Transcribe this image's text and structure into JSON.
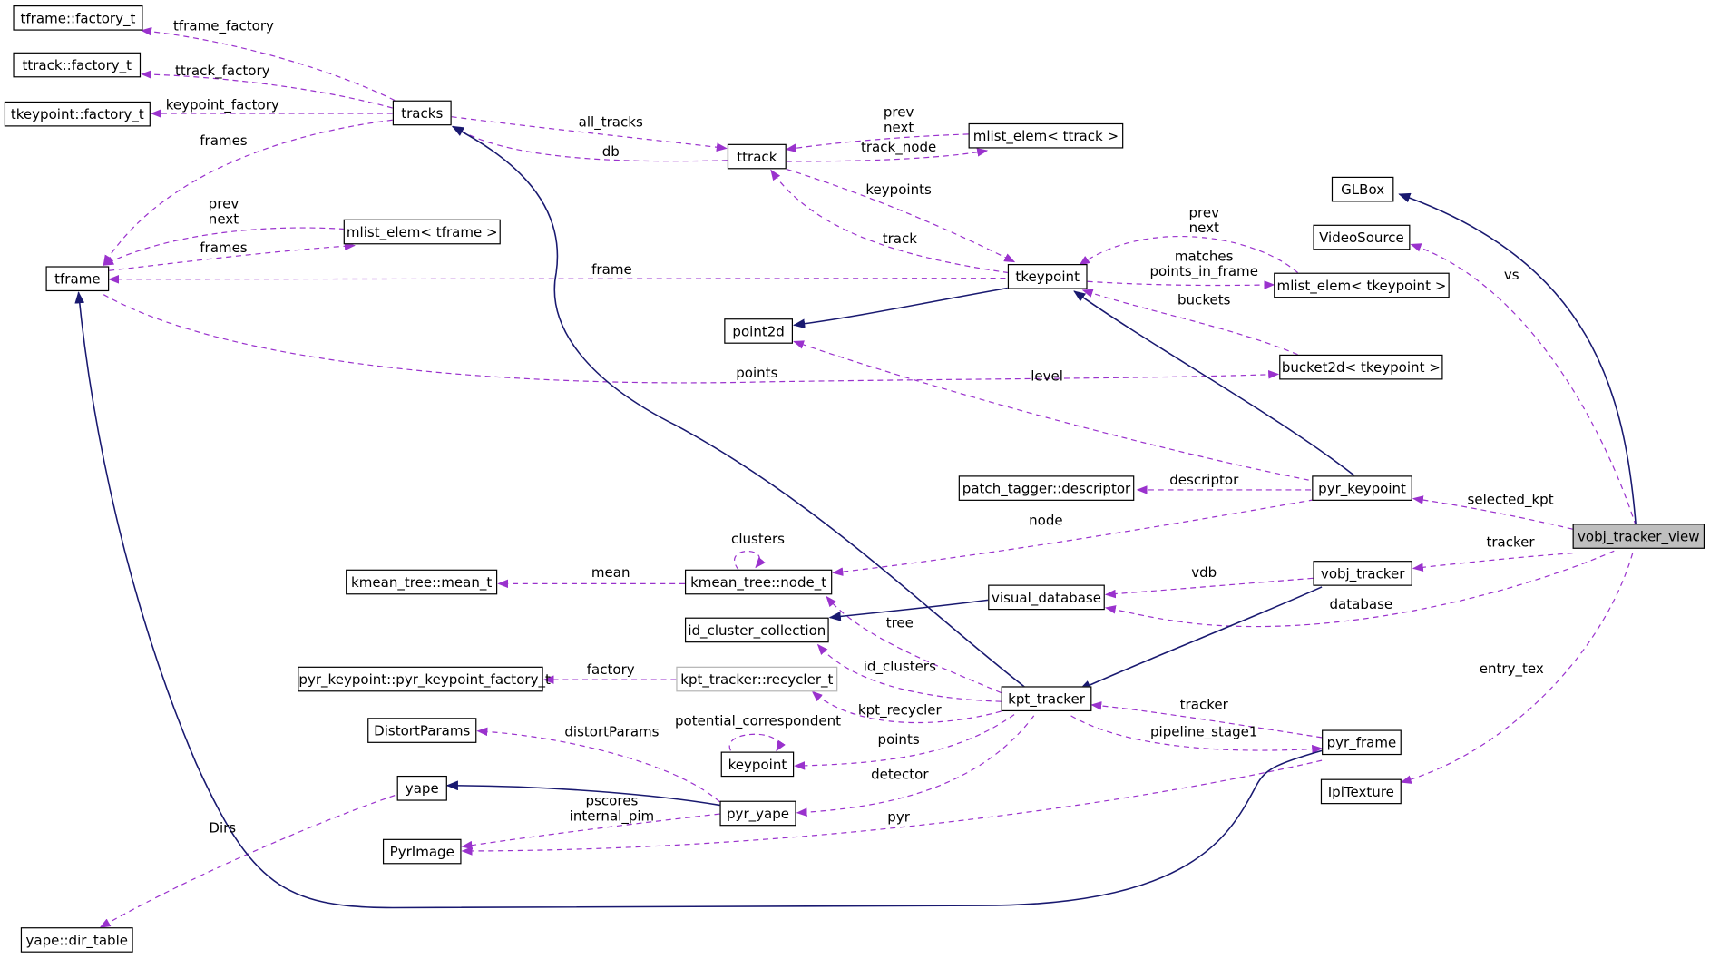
{
  "nodes": {
    "tframe_factory_t": "tframe::factory_t",
    "ttrack_factory_t": "ttrack::factory_t",
    "tkeypoint_factory_t": "tkeypoint::factory_t",
    "tracks": "tracks",
    "ttrack": "ttrack",
    "mlist_ttrack": "mlist_elem< ttrack >",
    "tframe": "tframe",
    "mlist_tframe": "mlist_elem< tframe >",
    "tkeypoint": "tkeypoint",
    "mlist_tkeypoint": "mlist_elem< tkeypoint >",
    "point2d": "point2d",
    "bucket2d": "bucket2d< tkeypoint >",
    "glbox": "GLBox",
    "videosource": "VideoSource",
    "patch_tagger_descriptor": "patch_tagger::descriptor",
    "pyr_keypoint": "pyr_keypoint",
    "vobj_tracker_view": "vobj_tracker_view",
    "kmean_tree_mean_t": "kmean_tree::mean_t",
    "kmean_tree_node_t": "kmean_tree::node_t",
    "visual_database": "visual_database",
    "vobj_tracker": "vobj_tracker",
    "id_cluster_collection": "id_cluster_collection",
    "pyr_keypoint_factory": "pyr_keypoint::pyr_keypoint_factory_t",
    "kpt_tracker_recycler_t": "kpt_tracker::recycler_t",
    "kpt_tracker": "kpt_tracker",
    "distortparams": "DistortParams",
    "keypoint": "keypoint",
    "pyr_frame": "pyr_frame",
    "ipltexture": "IplTexture",
    "yape": "yape",
    "pyr_yape": "pyr_yape",
    "pyrimage": "PyrImage",
    "yape_dir_table": "yape::dir_table"
  },
  "edge_labels": {
    "tframe_factory": "tframe_factory",
    "ttrack_factory": "ttrack_factory",
    "keypoint_factory": "keypoint_factory",
    "all_tracks": "all_tracks",
    "db": "db",
    "prev_next_ttrack": "prev\nnext",
    "track_node": "track_node",
    "frames_top": "frames",
    "prev_next_tframe": "prev\nnext",
    "frames_mid": "frames",
    "keypoints": "keypoints",
    "track": "track",
    "frame": "frame",
    "prev_next_tkeypoint": "prev\nnext",
    "matches_points_in_frame": "matches\npoints_in_frame",
    "buckets": "buckets",
    "vs": "vs",
    "points": "points",
    "level": "level",
    "descriptor": "descriptor",
    "selected_kpt": "selected_kpt",
    "node": "node",
    "clusters": "clusters",
    "mean": "mean",
    "tracker_view": "tracker",
    "vdb": "vdb",
    "database": "database",
    "tree": "tree",
    "entry_tex": "entry_tex",
    "factory": "factory",
    "id_clusters": "id_clusters",
    "kpt_recycler": "kpt_recycler",
    "tracker_pyr": "tracker",
    "distortParams": "distortParams",
    "potential_correspondent": "potential_correspondent",
    "points_kp": "points",
    "pipeline_stage1": "pipeline_stage1",
    "detector": "detector",
    "pscores_internal_pim": "pscores\ninternal_pim",
    "pyr": "pyr",
    "dirs": "Dirs"
  },
  "colors": {
    "usage_edge": "#9a32cd",
    "inheritance_edge": "#191970",
    "focus_node_fill": "#bfbfbf",
    "node_border": "#000000",
    "undocumented_node_border": "#b4b4b4"
  }
}
